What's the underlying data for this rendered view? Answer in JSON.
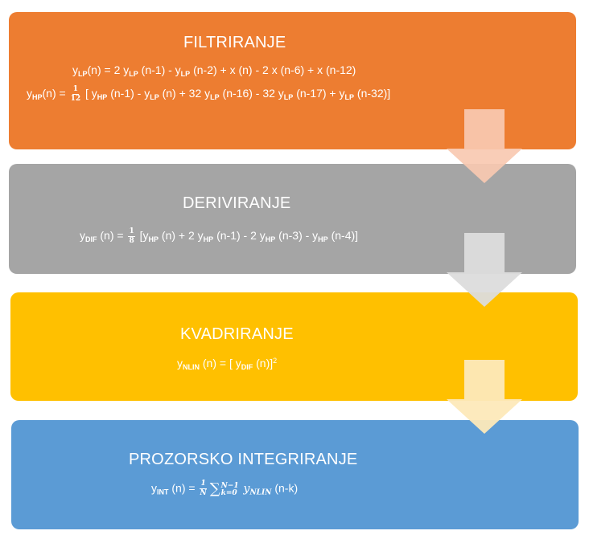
{
  "colors": {
    "step1": "#ED7D31",
    "step2": "#A5A5A5",
    "step3": "#FFC000",
    "step4": "#5B9BD5",
    "text": "#FFFFFF"
  },
  "steps": [
    {
      "title": "FILTRIRANJE",
      "eq1": {
        "y": "y",
        "lp": "LP",
        "lhs_tail": "(n) = 2 ",
        "p1": "y",
        "p1_sub": "LP",
        "p1_tail": " (n-1) - ",
        "p2": "y",
        "p2_sub": "LP",
        "p2_tail": " (n-2) + x (n) - 2 x (n-6) + x (n-12)"
      },
      "eq2": {
        "y": "y",
        "hp": "HP",
        "lhs_tail": "(n) = ",
        "frac_num": "1",
        "frac_den": "12",
        "open": " [ ",
        "a": "y",
        "a_sub": "HP",
        "a_tail": " (n-1) - ",
        "b": "y",
        "b_sub": "LP",
        "b_tail": " (n) + 32 ",
        "c": "y",
        "c_sub": "LP",
        "c_tail": " (n-16) - 32 ",
        "d": "y",
        "d_sub": "LP",
        "d_tail": " (n-17) + ",
        "e": "y",
        "e_sub": "LP",
        "e_tail": " (n-32)]"
      }
    },
    {
      "title": "DERIVIRANJE",
      "eq": {
        "y": "y",
        "sub": "DIF",
        "lhs_tail": " (n) = ",
        "frac_num": "1",
        "frac_den": "8",
        "open": " [",
        "a": "y",
        "a_sub": "HP",
        "a_tail": " (n) + 2 ",
        "b": "y",
        "b_sub": "HP",
        "b_tail": " (n-1) - 2 ",
        "c": "y",
        "c_sub": "HP",
        "c_tail": " (n-3) - ",
        "d": "y",
        "d_sub": "HP",
        "d_tail": " (n-4)]"
      }
    },
    {
      "title": "KVADRIRANJE",
      "eq": {
        "y": "y",
        "sub": "NLIN",
        "lhs_tail": " (n) = [ ",
        "a": "y",
        "a_sub": "DIF",
        "a_tail": " (n)]",
        "exp": "2"
      }
    },
    {
      "title": "PROZORSKO INTEGRIRANJE",
      "eq": {
        "y": "y",
        "sub": "INT",
        "lhs_tail": " (n) = ",
        "frac_num": "1",
        "frac_den": "N",
        "sigma": "∑",
        "sum_top": "N−1",
        "sum_bot": "k=0",
        "term": "y",
        "term_sub": "NLIN",
        "tail": " (n-k)"
      }
    }
  ]
}
